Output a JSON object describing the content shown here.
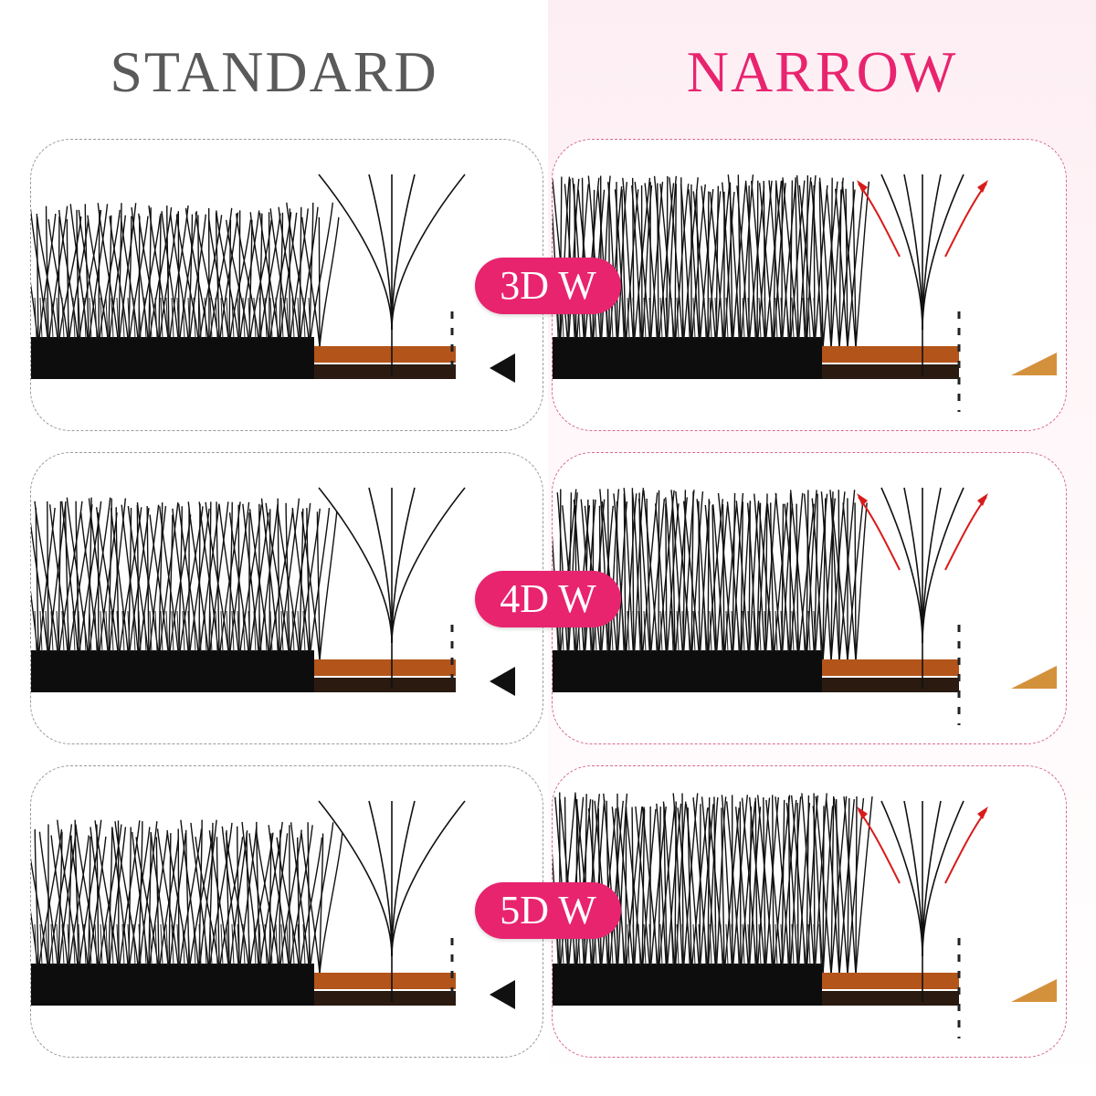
{
  "headings": {
    "standard": "STANDARD",
    "narrow": "NARROW"
  },
  "rows": [
    {
      "badge": "3D W"
    },
    {
      "badge": "4D W"
    },
    {
      "badge": "5D W"
    }
  ],
  "colors": {
    "accent": "#e8246f",
    "heading_grey": "#5a5a5a",
    "lash": "#111111",
    "strip": "#b3541a",
    "arrow_red": "#d81b1b",
    "pointer_orange": "#d4913c"
  },
  "icons": [
    "red-curved-arrow-icon",
    "black-triangle-pointer-icon",
    "orange-triangle-pointer-icon"
  ]
}
